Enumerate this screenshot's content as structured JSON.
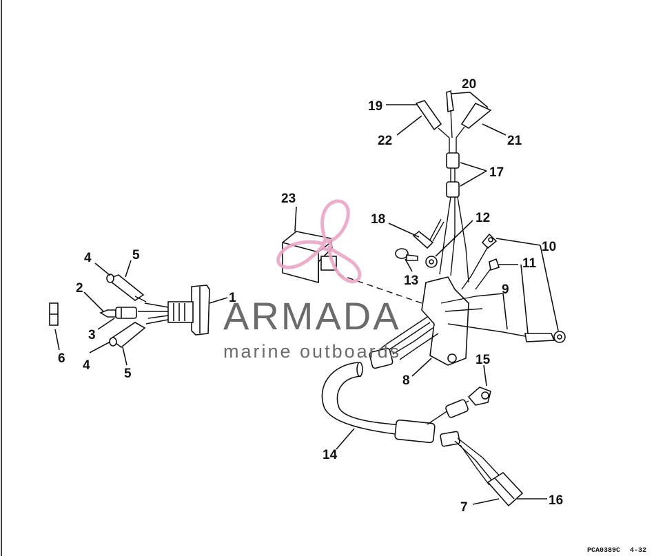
{
  "callouts": [
    "1",
    "2",
    "3",
    "4",
    "4",
    "5",
    "5",
    "6",
    "7",
    "8",
    "9",
    "10",
    "11",
    "12",
    "13",
    "14",
    "15",
    "16",
    "17",
    "18",
    "19",
    "20",
    "21",
    "22",
    "23"
  ],
  "reference_code": "PCA0389C",
  "page_ref": "4-32",
  "watermark": {
    "brand": "ARMADA",
    "tagline": "marine outboards",
    "logo_color": "#e9a7c6",
    "text_color": "#6b6b6b"
  }
}
